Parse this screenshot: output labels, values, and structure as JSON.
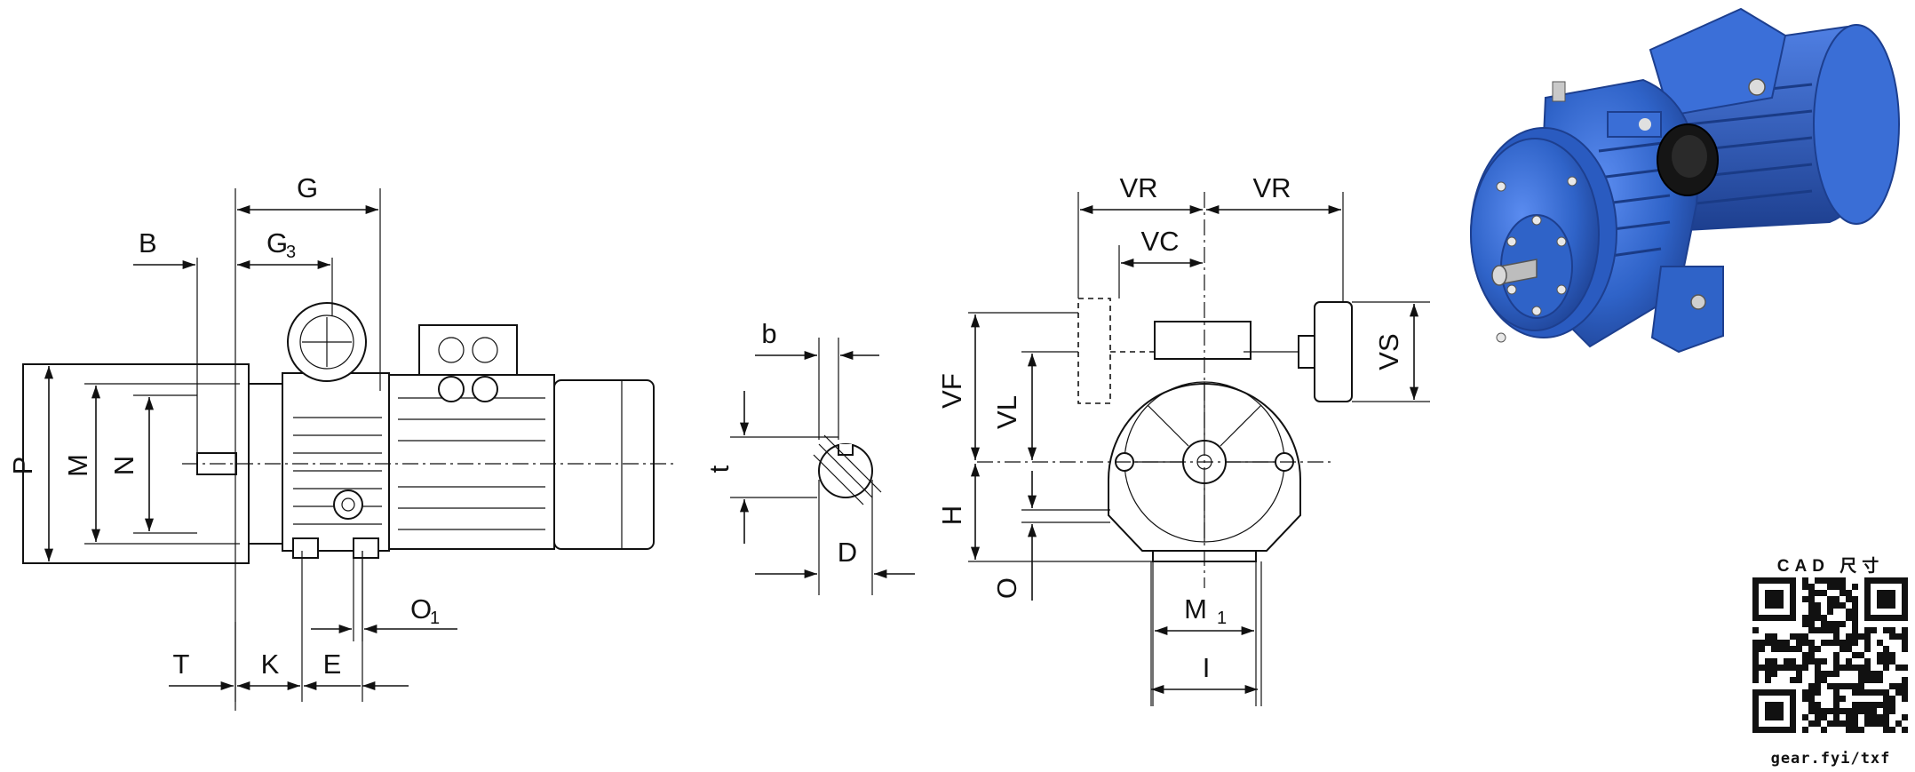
{
  "side_view": {
    "labels": {
      "G": "G",
      "G3": "G",
      "G3_sub": "3",
      "B": "B",
      "P": "P",
      "M": "M",
      "N": "N",
      "T": "T",
      "K": "K",
      "E": "E",
      "O1": "O",
      "O1_sub": "1"
    }
  },
  "shaft_section": {
    "labels": {
      "b": "b",
      "t": "t",
      "D": "D"
    }
  },
  "end_view": {
    "labels": {
      "VR_left": "VR",
      "VR_right": "VR",
      "VC": "VC",
      "VF": "VF",
      "VL": "VL",
      "VS": "VS",
      "H": "H",
      "O": "O",
      "M1": "M",
      "M1_sub": "1",
      "I": "I"
    }
  },
  "product_photo": {
    "color": "#2f63c8",
    "shade": "#1d3f8f",
    "knob_color": "#151515"
  },
  "qr_badge": {
    "caption_top": "CAD 尺寸",
    "caption_bottom": "gear.fyi/txf"
  }
}
